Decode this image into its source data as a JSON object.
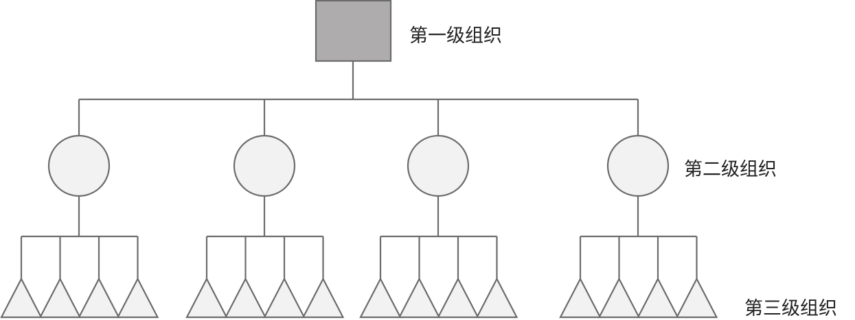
{
  "labels": {
    "level1": "第一级组织",
    "level2": "第二级组织",
    "level3": "第三级组织"
  },
  "structure": {
    "level2_count": 4,
    "level3_per_group": 4
  },
  "colors": {
    "stroke": "#6b6b6b",
    "level1_fill": "#aeacad",
    "node_fill": "#f2f2f2"
  }
}
